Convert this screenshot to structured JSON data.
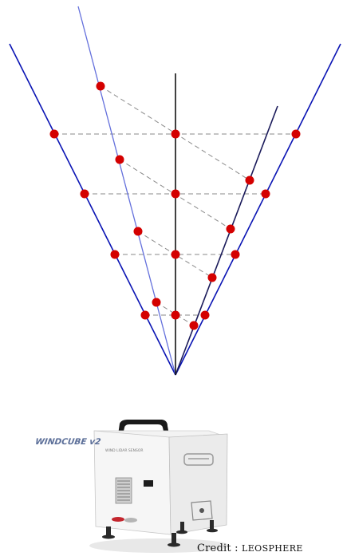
{
  "credit": {
    "label": "Credit : ",
    "name": "LEOSPHERE"
  },
  "device": {
    "brand_logo": "WINDCUBE v2",
    "brand_subtitle": "WIND LIDAR SENSOR",
    "icon": "lidar-device"
  },
  "colors": {
    "beam_dark": "#0a14b4",
    "beam_light": "#6470dc",
    "vertical_beam": "#111111",
    "measurement_point": "#d40000",
    "guide_line": "#8a8a8a"
  }
}
